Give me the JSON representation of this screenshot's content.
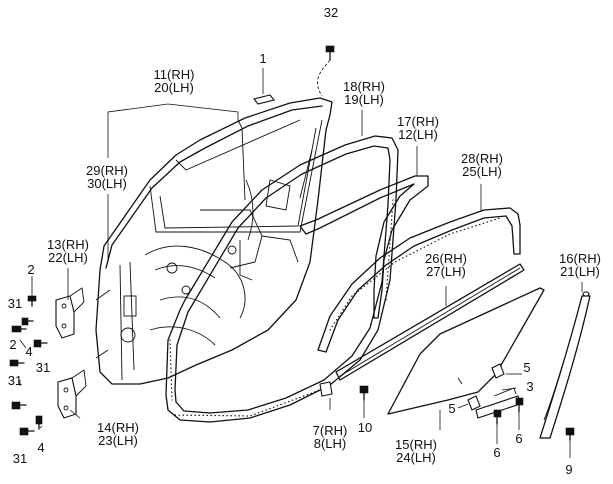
{
  "callouts": {
    "c32": "32",
    "c1": "1",
    "c11": "11(RH)",
    "c20": "20(LH)",
    "c18": "18(RH)",
    "c19": "19(LH)",
    "c17": "17(RH)",
    "c12": "12(LH)",
    "c28": "28(RH)",
    "c25": "25(LH)",
    "c29": "29(RH)",
    "c30": "30(LH)",
    "c13": "13(RH)",
    "c22": "22(LH)",
    "c2a": "2",
    "c31a": "31",
    "c4a": "4",
    "c31b": "31",
    "c2b": "2",
    "c31c": "31",
    "c14": "14(RH)",
    "c23": "23(LH)",
    "c31d": "31",
    "c4b": "4",
    "c26": "26(RH)",
    "c27": "27(LH)",
    "c16": "16(RH)",
    "c21": "21(LH)",
    "c5a": "5",
    "c3": "3",
    "c5b": "5",
    "c6a": "6",
    "c6b": "6",
    "c7": "7(RH)",
    "c8": "8(LH)",
    "c10": "10",
    "c15": "15(RH)",
    "c24": "24(LH)",
    "c9": "9"
  }
}
